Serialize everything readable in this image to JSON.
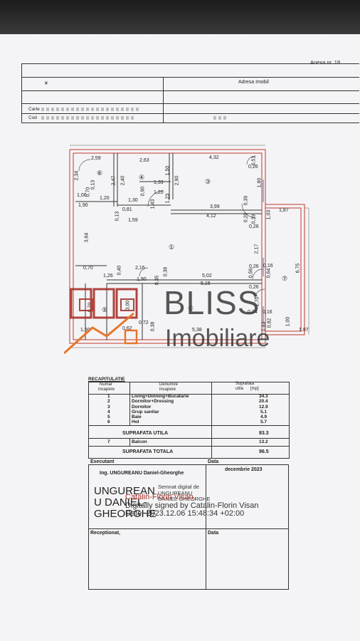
{
  "header": {
    "annex": "Anexa nr. 18",
    "address_label": "Adresa Imobil",
    "carte_label": "Carte",
    "cod_label": "Cod"
  },
  "plan": {
    "rooms": [
      "①",
      "②",
      "③",
      "④",
      "⑤",
      "⑥",
      "⑦"
    ],
    "dims": [
      "2,59",
      "2,63",
      "4,32",
      "0,51",
      "0,26",
      "2,34",
      "1,06",
      "0,13",
      "0,70",
      "1,90",
      "1,20",
      "2,47",
      "2,40",
      "1,30",
      "0,90",
      "1,33",
      "1,20",
      "1,50",
      "2,90",
      "1,23",
      "0,81",
      "1,43",
      "0,13",
      "1,59",
      "3,99",
      "4,12",
      "0,39",
      "1,80",
      "0,20",
      "0,26",
      "0,39",
      "1,03",
      "1,87",
      "3,64",
      "2,17",
      "6,75",
      "0,70",
      "2,16",
      "1,26",
      "0,40",
      "1,90",
      "0,36",
      "0,35",
      "5,02",
      "5,15",
      "0,26",
      "0,56",
      "0,64",
      "0,16",
      "0,26",
      "1,70",
      "0,34",
      "0,16",
      "0,70",
      "3,00",
      "1,50",
      "0,62",
      "0,72",
      "0,38",
      "5,38",
      "0,13",
      "0,82",
      "1,00",
      "1,87"
    ],
    "brand": {
      "line1": "BLISS",
      "line2": "Imobiliare"
    }
  },
  "recap": {
    "title": "RECAPITULATIE",
    "col1": [
      "Numar",
      "incapere"
    ],
    "col2": [
      "Denumire",
      "incapere"
    ],
    "col3": [
      "Suprafata",
      "utila",
      "[mp]"
    ],
    "rows": [
      {
        "n": "1",
        "name": "Living+Dinning+Bucatarie",
        "area": "34.3"
      },
      {
        "n": "2",
        "name": "Dormitor+Dressing",
        "area": "20.4"
      },
      {
        "n": "3",
        "name": "Dormitor",
        "area": "12.9"
      },
      {
        "n": "4",
        "name": "Grup sanitar",
        "area": "5.1"
      },
      {
        "n": "5",
        "name": "Baie",
        "area": "4.9"
      },
      {
        "n": "6",
        "name": "Hol",
        "area": "5.7"
      }
    ],
    "su_label": "SUPRAFATA UTILA",
    "su_value": "83.3",
    "balcon_n": "7",
    "balcon_name": "Balcon",
    "balcon_value": "13.2",
    "st_label": "SUPRAFATA TOTALA",
    "st_value": "96.5"
  },
  "footer": {
    "executant": "Executant",
    "data": "Data",
    "date_value": "decembrie 2023",
    "engineer": "Ing. UNGUREANU Daniel-Gheorghe",
    "big_sig": [
      "UNGUREAN",
      "U DANIEL-",
      "GHEORGHE"
    ],
    "digital": [
      "Semnat digital de",
      "UNGUREANU",
      "DANIEL-GHEORGHE"
    ],
    "overlay": [
      "Catalin-Florin Visan",
      "Digitally signed by Catalin-Florin Visan",
      "Date: 2023.12.06 15:48:34 +02:00"
    ],
    "receptionat": "Receptionat,",
    "data2": "Data"
  },
  "colors": {
    "wall": "#c0392b",
    "ink": "#2b2b2b",
    "logo_red": "#a8322b",
    "logo_orange": "#e8762a"
  }
}
